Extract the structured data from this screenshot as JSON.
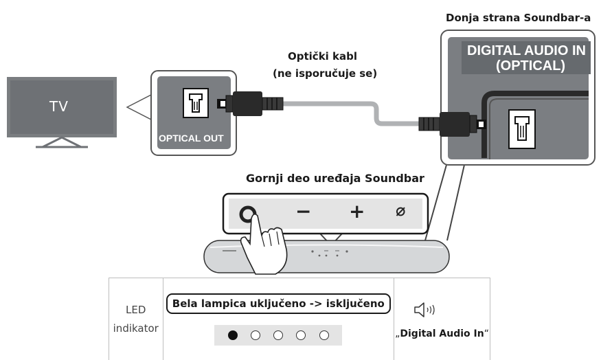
{
  "tv": {
    "label": "TV",
    "port_label": "OPTICAL OUT"
  },
  "cable": {
    "label_line1": "Optički kabl",
    "label_line2": "(ne isporučuje se)"
  },
  "soundbar_bottom": {
    "title": "Donja strana Soundbar-a",
    "port_line1": "DIGITAL AUDIO IN",
    "port_line2": "(OPTICAL)"
  },
  "soundbar_top": {
    "title": "Gornji deo uređaja Soundbar",
    "buttons": [
      "−",
      "+",
      "⌀"
    ]
  },
  "led_table": {
    "led_label_line1": "LED",
    "led_label_line2": "indikator",
    "status_text": "Bela lampica uključeno -> isključeno",
    "dots": [
      true,
      false,
      false,
      false,
      false
    ],
    "speaker_icon": "speaker-sound-icon",
    "voice_prompt_open": "„",
    "voice_prompt_text": "Digital Audio In",
    "voice_prompt_close": "“"
  }
}
